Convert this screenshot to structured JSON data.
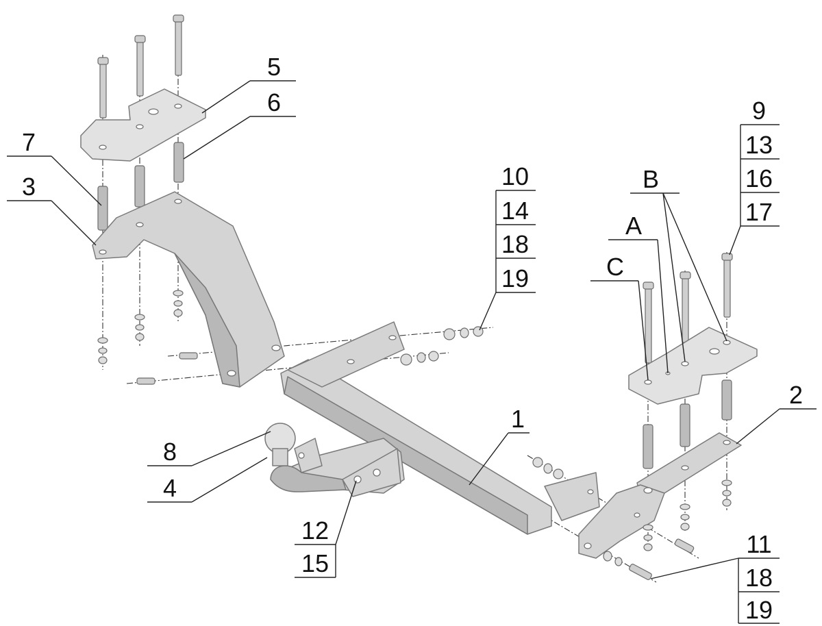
{
  "labels": {
    "p1": "1",
    "p2": "2",
    "p3": "3",
    "p4": "4",
    "p5": "5",
    "p6": "6",
    "p7": "7",
    "p8": "8",
    "g9": [
      "9",
      "13",
      "16",
      "17"
    ],
    "g10": [
      "10",
      "14",
      "18",
      "19"
    ],
    "g11": [
      "11",
      "18",
      "19"
    ],
    "g12": [
      "12",
      "15"
    ],
    "A": "A",
    "B": "B",
    "C": "C"
  },
  "colors": {
    "part_fill": "#d4d4d4",
    "part_stroke": "#7a7a7a",
    "line": "#222222"
  }
}
